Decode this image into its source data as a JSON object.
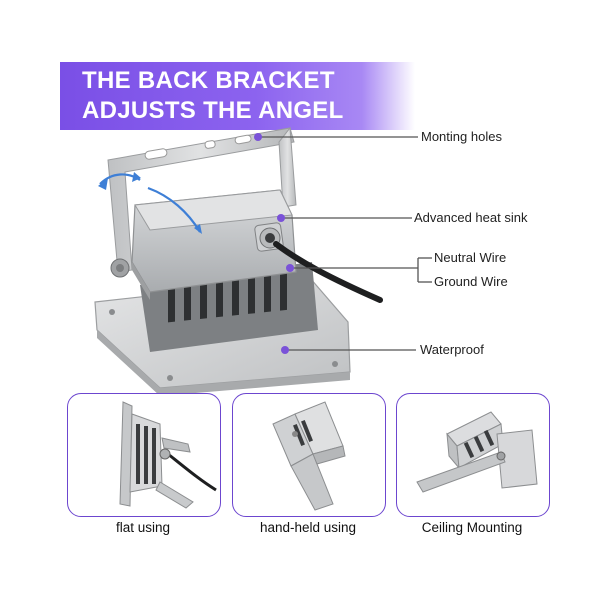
{
  "banner": {
    "line1": "THE BACK BRACKET",
    "line2": "ADJUSTS THE ANGEL"
  },
  "callouts": {
    "mounting_holes": "Monting holes",
    "heat_sink": "Advanced heat sink",
    "neutral_wire": "Neutral Wire",
    "ground_wire": "Ground Wire",
    "waterproof": "Waterproof"
  },
  "usage": {
    "flat": "flat using",
    "handheld": "hand-held using",
    "ceiling": "Ceiling Mounting"
  },
  "colors": {
    "accent": "#7a4fe6",
    "callout_dot": "#7a52d8",
    "housing": "#c9cbcd",
    "box_border": "#6c46cf"
  }
}
